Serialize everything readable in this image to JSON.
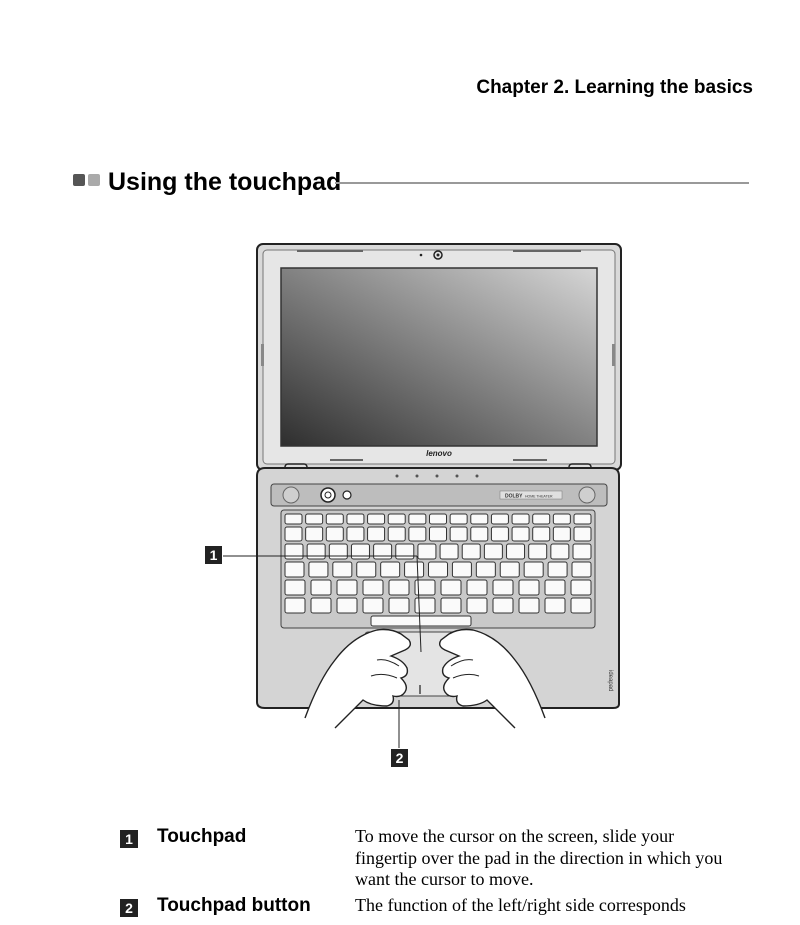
{
  "page": {
    "chapter_header": "Chapter 2. Learning the basics",
    "section_title": "Using the touchpad"
  },
  "figure": {
    "brand_logo": "lenovo",
    "side_brand": "ideapad",
    "audio_badge": "DOLBY",
    "audio_badge_sub": "HOME THEATER",
    "callouts": [
      "1",
      "2"
    ]
  },
  "items": [
    {
      "num": "1",
      "term": "Touchpad",
      "description": "To move the cursor on the screen, slide your fingertip over the pad in the direction in which you want the cursor to move."
    },
    {
      "num": "2",
      "term": "Touchpad button",
      "description": "The function of the left/right side corresponds"
    }
  ],
  "colors": {
    "text": "#000000",
    "callout_bg": "#222222",
    "rule": "#999999",
    "screen_dark": "#3a3a3a",
    "screen_light": "#cfcfcf"
  }
}
